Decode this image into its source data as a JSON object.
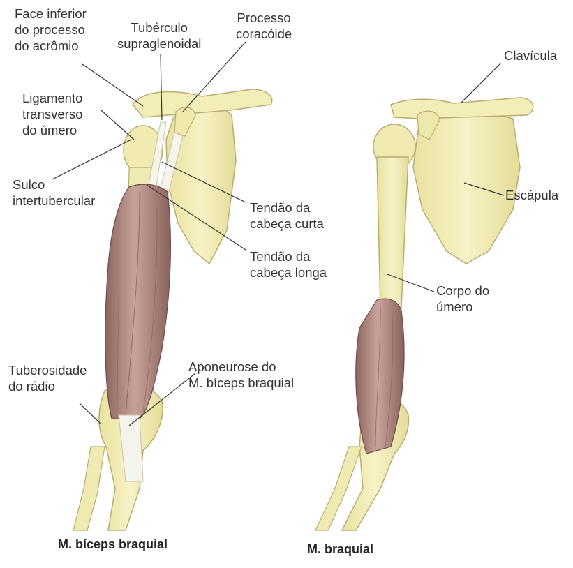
{
  "figure": {
    "left_panel": {
      "caption": "M. bíceps braquial",
      "labels": {
        "face_inferior": "Face inferior\ndo processo\ndo acrômio",
        "tuberculo": "Tubérculo\nsupraglenoidal",
        "processo": "Processo\ncoracóide",
        "ligamento": "Ligamento\ntransverso\ndo úmero",
        "sulco": "Sulco\nintertubercular",
        "tendao_curta": "Tendão da\ncabeça curta",
        "tendao_longa": "Tendão da\ncabeça longa",
        "tuberosidade": "Tuberosidade\ndo rádio",
        "aponeurose": "Aponeurose do\nM. bíceps braquial"
      }
    },
    "right_panel": {
      "caption": "M. braquial",
      "labels": {
        "clavicula": "Clavícula",
        "escapula": "Escápula",
        "corpo_umero": "Corpo do\número"
      }
    },
    "colors": {
      "bone": "#f2ecb0",
      "bone_stroke": "#b7ad70",
      "muscle": "#a97e78",
      "muscle_light": "#d9b8b0",
      "tendon": "#f4f3e8",
      "leader": "#333333"
    }
  }
}
